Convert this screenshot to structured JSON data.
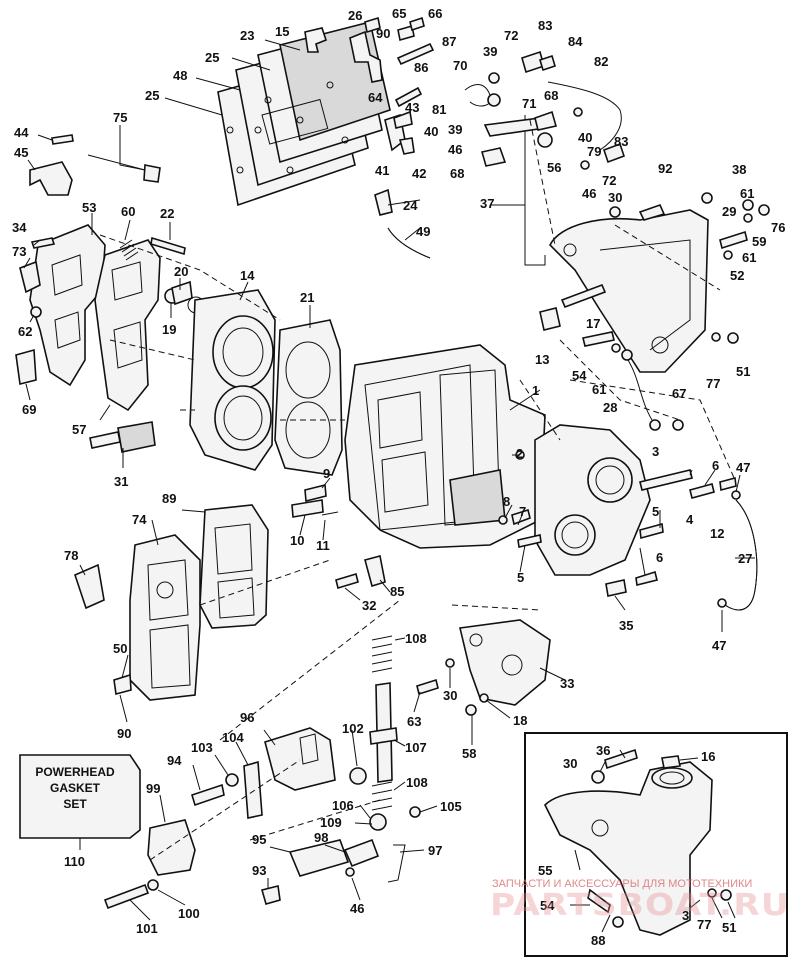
{
  "callouts": [
    "26",
    "65",
    "66",
    "15",
    "23",
    "90",
    "87",
    "72",
    "83",
    "84",
    "39",
    "25",
    "48",
    "64",
    "86",
    "70",
    "82",
    "71",
    "81",
    "68",
    "25",
    "43",
    "40",
    "44",
    "75",
    "45",
    "39",
    "46",
    "40",
    "41",
    "42",
    "83",
    "56",
    "79",
    "72",
    "68",
    "46",
    "92",
    "38",
    "30",
    "29",
    "61",
    "76",
    "37",
    "24",
    "49",
    "59",
    "61",
    "52",
    "53",
    "60",
    "22",
    "34",
    "73",
    "20",
    "14",
    "21",
    "17",
    "62",
    "19",
    "13",
    "54",
    "61",
    "77",
    "51",
    "69",
    "28",
    "67",
    "57",
    "1",
    "31",
    "2",
    "3",
    "6",
    "47",
    "9",
    "4",
    "12",
    "8",
    "7",
    "89",
    "5",
    "10",
    "11",
    "27",
    "74",
    "6",
    "78",
    "85",
    "32",
    "5",
    "35",
    "108",
    "47",
    "50",
    "33",
    "30",
    "90",
    "63",
    "18",
    "96",
    "102",
    "107",
    "58",
    "36",
    "16",
    "30",
    "94",
    "103",
    "104",
    "108",
    "99",
    "106",
    "105",
    "109",
    "97",
    "95",
    "98",
    "55",
    "54",
    "3",
    "77",
    "93",
    "46",
    "51",
    "88",
    "101",
    "100",
    "110"
  ],
  "gasket_set": {
    "line1": "POWERHEAD",
    "line2": "GASKET",
    "line3": "SET"
  },
  "watermark": {
    "text": "ЗАПЧАСТИ И АКСЕССУАРЫ ДЛЯ МОТОТЕХНИКИ",
    "logo": "PARTSBOAT.RU"
  }
}
